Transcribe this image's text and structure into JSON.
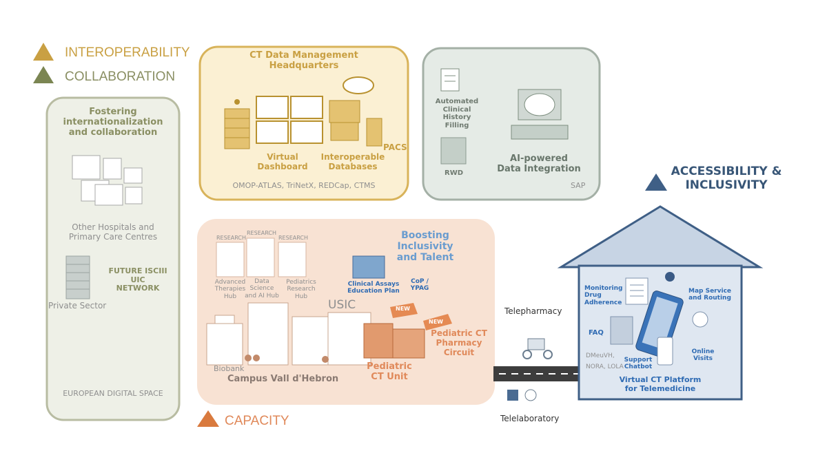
{
  "legend": {
    "interoperability": "INTEROPERABILITY",
    "collaboration": "COLLABORATION",
    "capacity": "CAPACITY",
    "accessibility_line1": "ACCESSIBILITY &",
    "accessibility_line2": "INCLUSIVITY"
  },
  "colors": {
    "interoperability": "#c9a043",
    "collaboration": "#7b8552",
    "capacity": "#d97a3e",
    "accessibility": "#3f5f86"
  },
  "international": {
    "title_line1": "Fostering",
    "title_line2": "internationalization",
    "title_line3": "and collaboration",
    "hospitals_line1": "Other Hospitals and",
    "hospitals_line2": "Primary Care Centres",
    "network_line1": "FUTURE ISCIII",
    "network_line2": "UIC",
    "network_line3": "NETWORK",
    "private": "Private Sector",
    "space": "EUROPEAN DIGITAL SPACE"
  },
  "hq": {
    "title_line1": "CT Data Management",
    "title_line2": "Headquarters",
    "dashboard_line1": "Virtual",
    "dashboard_line2": "Dashboard",
    "databases_line1": "Interoperable",
    "databases_line2": "Databases",
    "pacs": "PACS",
    "tools": "OMOP-ATLAS, TriNetX, REDCap, CTMS"
  },
  "ai": {
    "history_line1": "Automated",
    "history_line2": "Clinical",
    "history_line3": "History",
    "history_line4": "Filling",
    "rwd": "RWD",
    "integration_line1": "AI-powered",
    "integration_line2": "Data Integration",
    "sap": "SAP"
  },
  "campus": {
    "research1": "RESEARCH",
    "research2": "RESEARCH",
    "research3": "RESEARCH",
    "hub1_line1": "Advanced",
    "hub1_line2": "Therapies",
    "hub1_line3": "Hub",
    "hub2_line1": "Data",
    "hub2_line2": "Science",
    "hub2_line3": "and AI Hub",
    "hub3_line1": "Pediatrics",
    "hub3_line2": "Research",
    "hub3_line3": "Hub",
    "boost_line1": "Boosting",
    "boost_line2": "Inclusivity",
    "boost_line3": "and Talent",
    "assays_line1": "Clinical Assays",
    "assays_line2": "Education Plan",
    "cop_line1": "CoP /",
    "cop_line2": "YPAG",
    "usic": "USIC",
    "new_badge1": "NEW",
    "new_badge2": "NEW",
    "circuit_line1": "Pediatric CT",
    "circuit_line2": "Pharmacy",
    "circuit_line3": "Circuit",
    "unit_line1": "Pediatric",
    "unit_line2": "CT Unit",
    "biobank": "Biobank",
    "campus_name": "Campus Vall d'Hebron"
  },
  "road": {
    "telepharmacy": "Telepharmacy",
    "telelaboratory": "Telelaboratory"
  },
  "platform": {
    "monitoring_line1": "Monitoring",
    "monitoring_line2": "Drug",
    "monitoring_line3": "Adherence",
    "map_line1": "Map Service",
    "map_line2": "and Routing",
    "faq": "FAQ",
    "online_line1": "Online",
    "online_line2": "Visits",
    "dmeu": "DMeuVH,",
    "nora": "NORA, LOLA",
    "chatbot_line1": "Support",
    "chatbot_line2": "Chatbot",
    "title_line1": "Virtual CT Platform",
    "title_line2": "for Telemedicine"
  }
}
